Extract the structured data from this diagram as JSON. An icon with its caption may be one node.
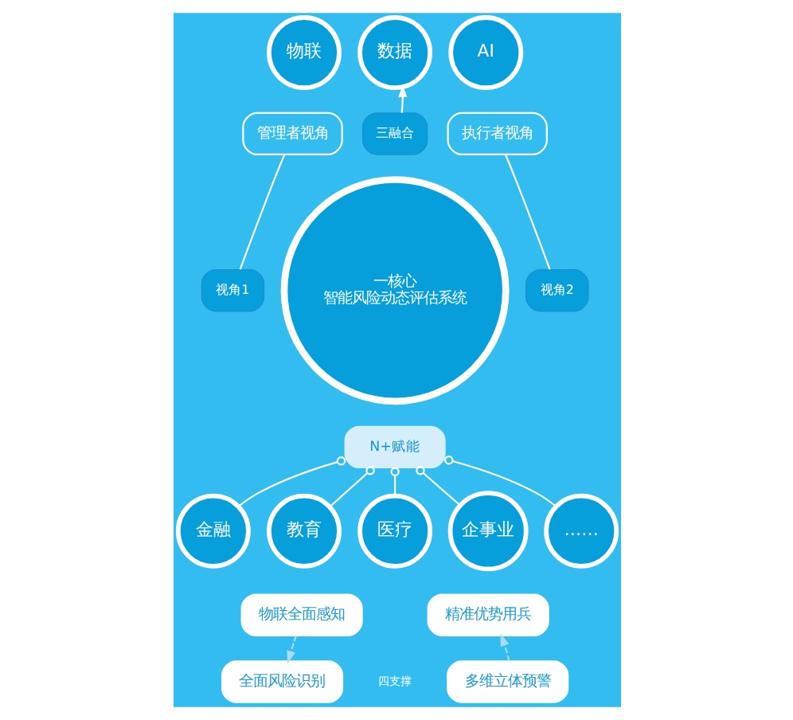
{
  "diagram": {
    "nodes": [
      {
        "text": [
          "数据"
        ]
      },
      {
        "text": [
          "物联"
        ]
      },
      {
        "text": [
          "AI"
        ]
      },
      {
        "text": [
          "管理者视角"
        ]
      },
      {
        "text": [
          "执行者视角"
        ]
      },
      {
        "text": [
          "三融合"
        ]
      },
      {
        "text": [
          "视角1"
        ]
      },
      {
        "text": [
          "视角2"
        ]
      },
      {
        "text": [
          "一核心",
          "智能风险动态评估系统"
        ]
      },
      {
        "text": [
          "金融"
        ]
      },
      {
        "text": [
          "……"
        ]
      },
      {
        "text": [
          "N+赋能"
        ]
      },
      {
        "text": [
          "物联全面感知"
        ]
      },
      {
        "text": [
          "教育"
        ]
      },
      {
        "text": [
          "企事业"
        ]
      },
      {
        "text": [
          "医疗"
        ]
      },
      {
        "text": [
          "全面风险识别"
        ]
      },
      {
        "text": [
          "多维立体预警"
        ]
      },
      {
        "text": [
          "精准优势用兵"
        ]
      }
    ],
    "edges": [
      {
        "from": 5,
        "to": 0,
        "arrow": "to"
      },
      {
        "from": 3,
        "to": 6,
        "arrow": "none"
      },
      {
        "from": 4,
        "to": 7,
        "arrow": "none"
      },
      {
        "from": 11,
        "to": 9,
        "arrow": "other"
      },
      {
        "from": 11,
        "to": 13,
        "arrow": "other"
      },
      {
        "from": 11,
        "to": 15,
        "arrow": "other"
      },
      {
        "from": 11,
        "to": 14,
        "arrow": "other"
      },
      {
        "from": 11,
        "to": 10,
        "arrow": "other"
      },
      {
        "from": 12,
        "to": 16,
        "arrow": "to",
        "style": "dashed",
        "color": "#a9dcf3"
      },
      {
        "from": 17,
        "to": 18,
        "arrow": "to",
        "style": "dashed",
        "color": "#a9dcf3"
      }
    ],
    "labels": [
      "四支撑"
    ]
  }
}
